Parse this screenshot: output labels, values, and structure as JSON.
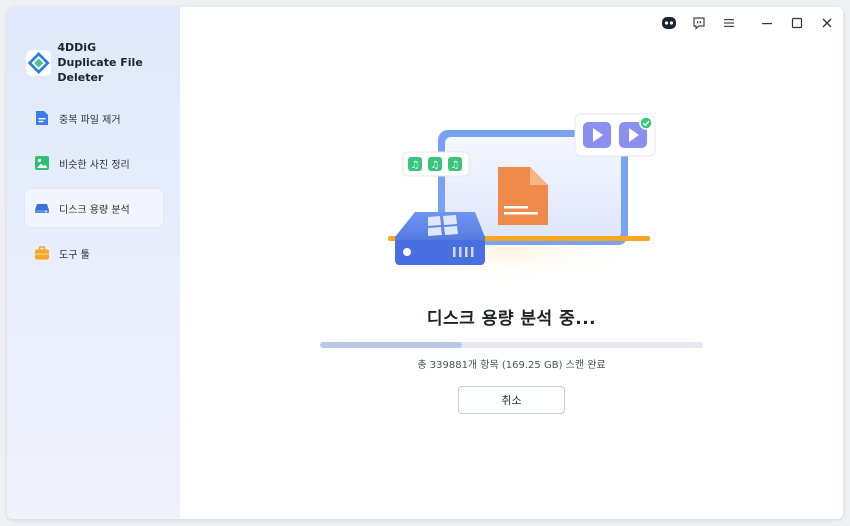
{
  "app": {
    "brand_line1": "4DDiG",
    "brand_line2": "Duplicate File Deleter"
  },
  "sidebar": {
    "items": [
      {
        "label": "중복 파일 제거",
        "icon": "file-icon",
        "active": false
      },
      {
        "label": "비슷한 사진 정리",
        "icon": "image-icon",
        "active": false
      },
      {
        "label": "디스크 용량 분석",
        "icon": "disk-icon",
        "active": true
      },
      {
        "label": "도구 툴",
        "icon": "toolbox-icon",
        "active": false
      }
    ]
  },
  "titlebar": {
    "icons": [
      "assistant-icon",
      "feedback-icon",
      "menu-icon",
      "minimize-icon",
      "maximize-icon",
      "close-icon"
    ]
  },
  "main": {
    "status_title": "디스크 용량 분석 중...",
    "progress": 0.37,
    "progress_text": "총 339881개 항목 (169.25 GB) 스캔 완료",
    "cancel_label": "취소"
  },
  "colors": {
    "accent": "#3e7bea",
    "progress_fill": "#b8c9e6",
    "progress_track": "#e6e9ef",
    "file_orange": "#f08a4b",
    "music_green": "#3cc47c",
    "video_purple": "#8b8ff0",
    "shelf_orange": "#f5a623"
  }
}
